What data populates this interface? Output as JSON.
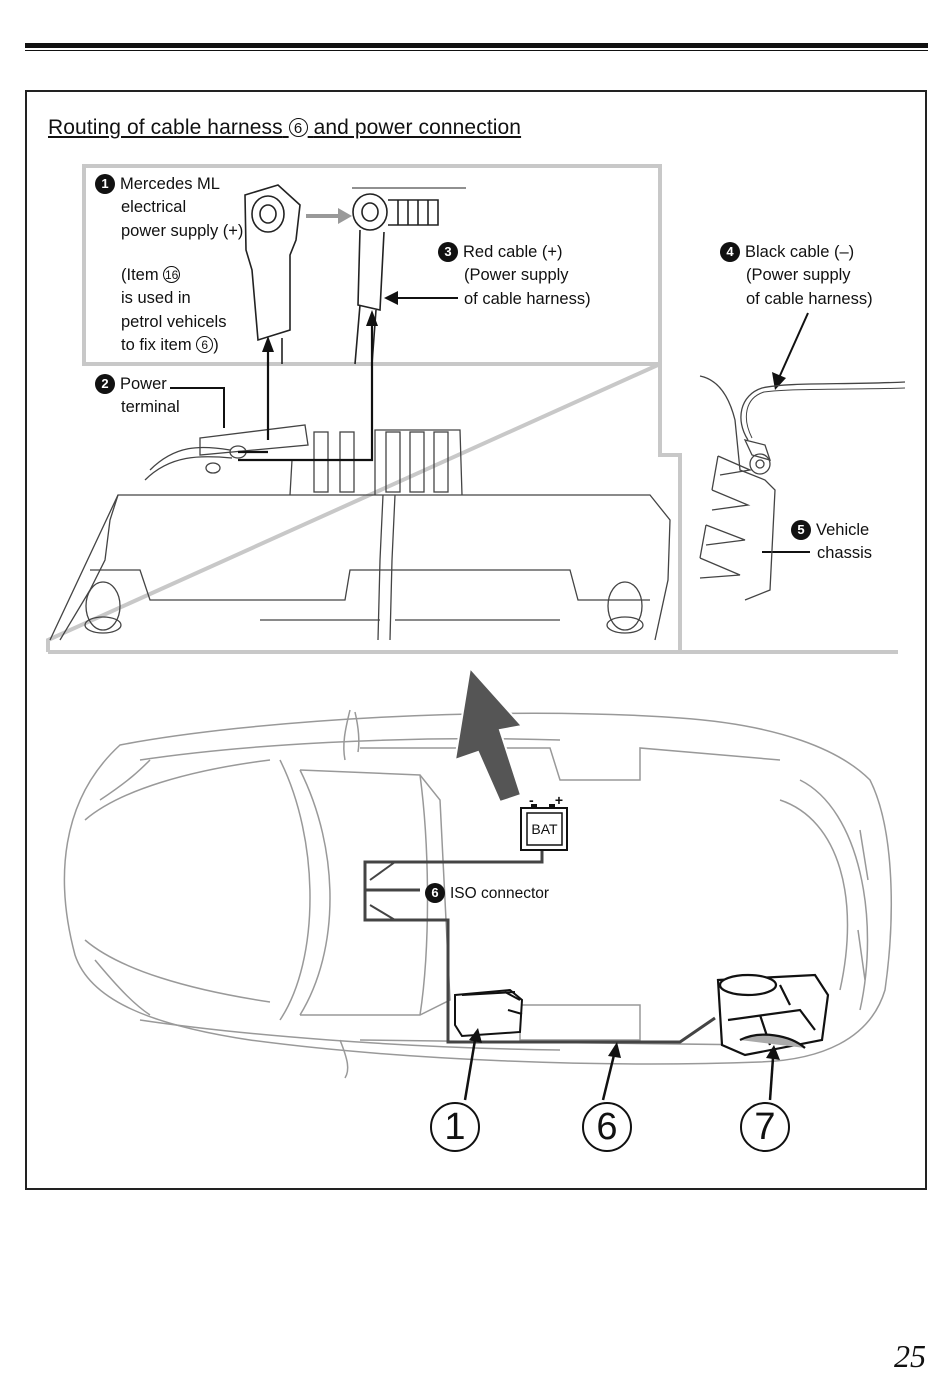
{
  "page": {
    "number": "25"
  },
  "title": {
    "text": "Routing of cable harness",
    "ref": "6",
    "suffix": "and power connection"
  },
  "callouts": {
    "c1": {
      "num": "1",
      "lines": [
        "Mercedes ML",
        "electrical",
        "power supply (+)"
      ]
    },
    "note": {
      "prefix": "(Item",
      "ref1": "16",
      "line2": "is used in",
      "line3": "petrol vehicels",
      "line4_prefix": "to fix item",
      "ref2": "6",
      "line4_suffix": ")"
    },
    "c2": {
      "num": "2",
      "lines": [
        "Power",
        "terminal"
      ]
    },
    "c3": {
      "num": "3",
      "lines": [
        "Red cable (+)",
        "(Power supply",
        "of cable harness)"
      ]
    },
    "c4": {
      "num": "4",
      "lines": [
        "Black cable (–)",
        "(Power supply",
        "of cable harness)"
      ]
    },
    "c5": {
      "num": "5",
      "lines": [
        "Vehicle",
        "chassis"
      ]
    },
    "c6": {
      "num": "6",
      "text": "ISO connector"
    }
  },
  "battery": {
    "minus": "-",
    "plus": "+",
    "label": "BAT"
  },
  "bottom_callouts": [
    "1",
    "6",
    "7"
  ]
}
